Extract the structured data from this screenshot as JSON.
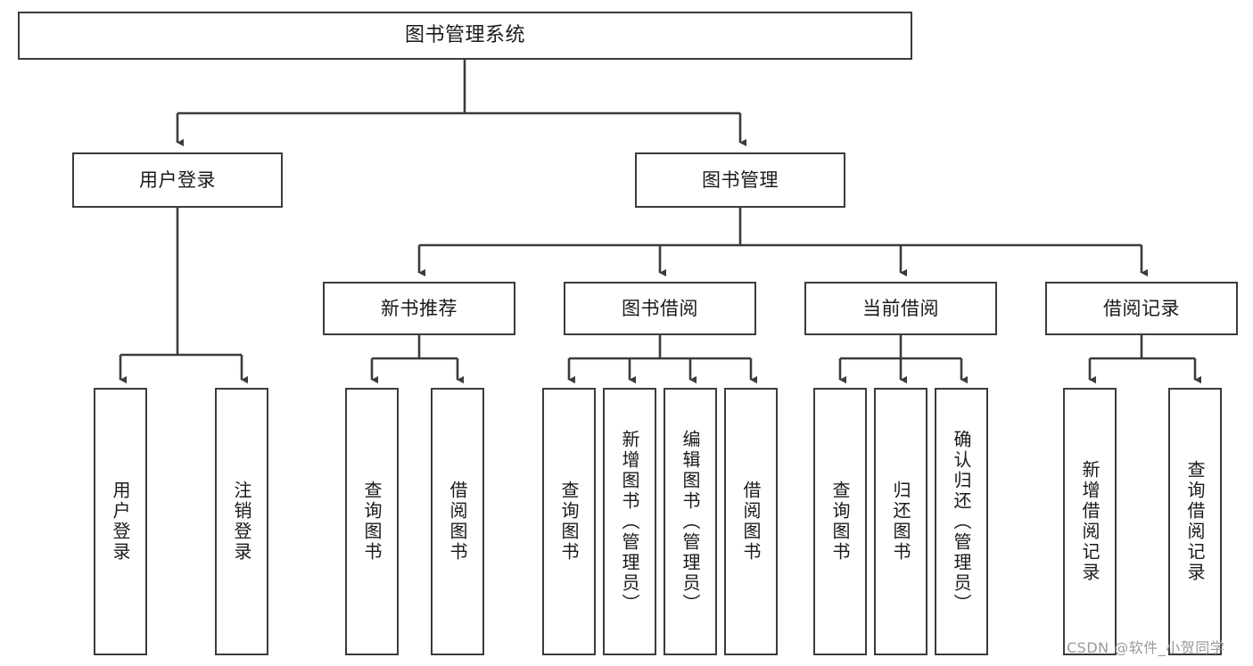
{
  "diagram": {
    "title": "图书管理系统",
    "root": {
      "label": "图书管理系统"
    },
    "level1": [
      {
        "label": "用户登录"
      },
      {
        "label": "图书管理"
      }
    ],
    "level2": [
      {
        "label": "新书推荐"
      },
      {
        "label": "图书借阅"
      },
      {
        "label": "当前借阅"
      },
      {
        "label": "借阅记录"
      }
    ],
    "leaves": {
      "user_login": [
        {
          "label": "用户登录"
        },
        {
          "label": "注销登录"
        }
      ],
      "new_book_recommend": [
        {
          "label": "查询图书"
        },
        {
          "label": "借阅图书"
        }
      ],
      "book_borrow": [
        {
          "label": "查询图书"
        },
        {
          "label": "新增图书（管理员）"
        },
        {
          "label": "编辑图书（管理员）"
        },
        {
          "label": "借阅图书"
        }
      ],
      "current_borrow": [
        {
          "label": "查询图书"
        },
        {
          "label": "归还图书"
        },
        {
          "label": "确认归还（管理员）"
        }
      ],
      "borrow_record": [
        {
          "label": "新增借阅记录"
        },
        {
          "label": "查询借阅记录"
        }
      ]
    }
  },
  "watermark": {
    "text": "CSDN @软件_小贺同学"
  },
  "colors": {
    "stroke": "#3b3b3b",
    "box_fill": "#ffffff",
    "text": "#1a1a1a",
    "watermark": "#9a9a9a",
    "background": "#ffffff"
  }
}
